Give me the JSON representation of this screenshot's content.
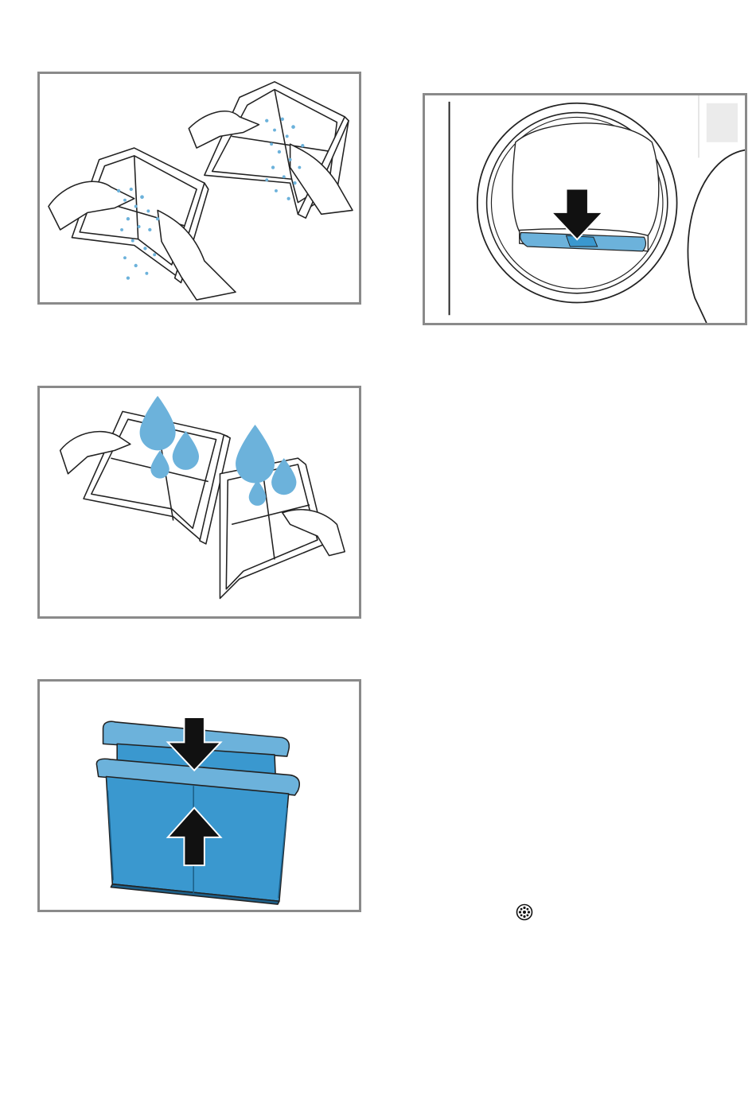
{
  "figures": [
    {
      "id": "fig1",
      "icon": "hands-rinsing-fluff-filter-icon"
    },
    {
      "id": "fig2",
      "icon": "door-filter-slot-arrow-down-icon"
    },
    {
      "id": "fig3",
      "icon": "fluff-filter-water-drops-icon"
    },
    {
      "id": "fig4",
      "icon": "fluff-filter-assemble-arrows-icon"
    }
  ],
  "icons": {
    "program_symbol": "filter-program-icon"
  },
  "colors": {
    "frame": "#8a8a8a",
    "water": "#6cb2db",
    "filter_blue": "#3a98cf",
    "filter_light": "#6cb2db",
    "arrow": "#111111"
  }
}
